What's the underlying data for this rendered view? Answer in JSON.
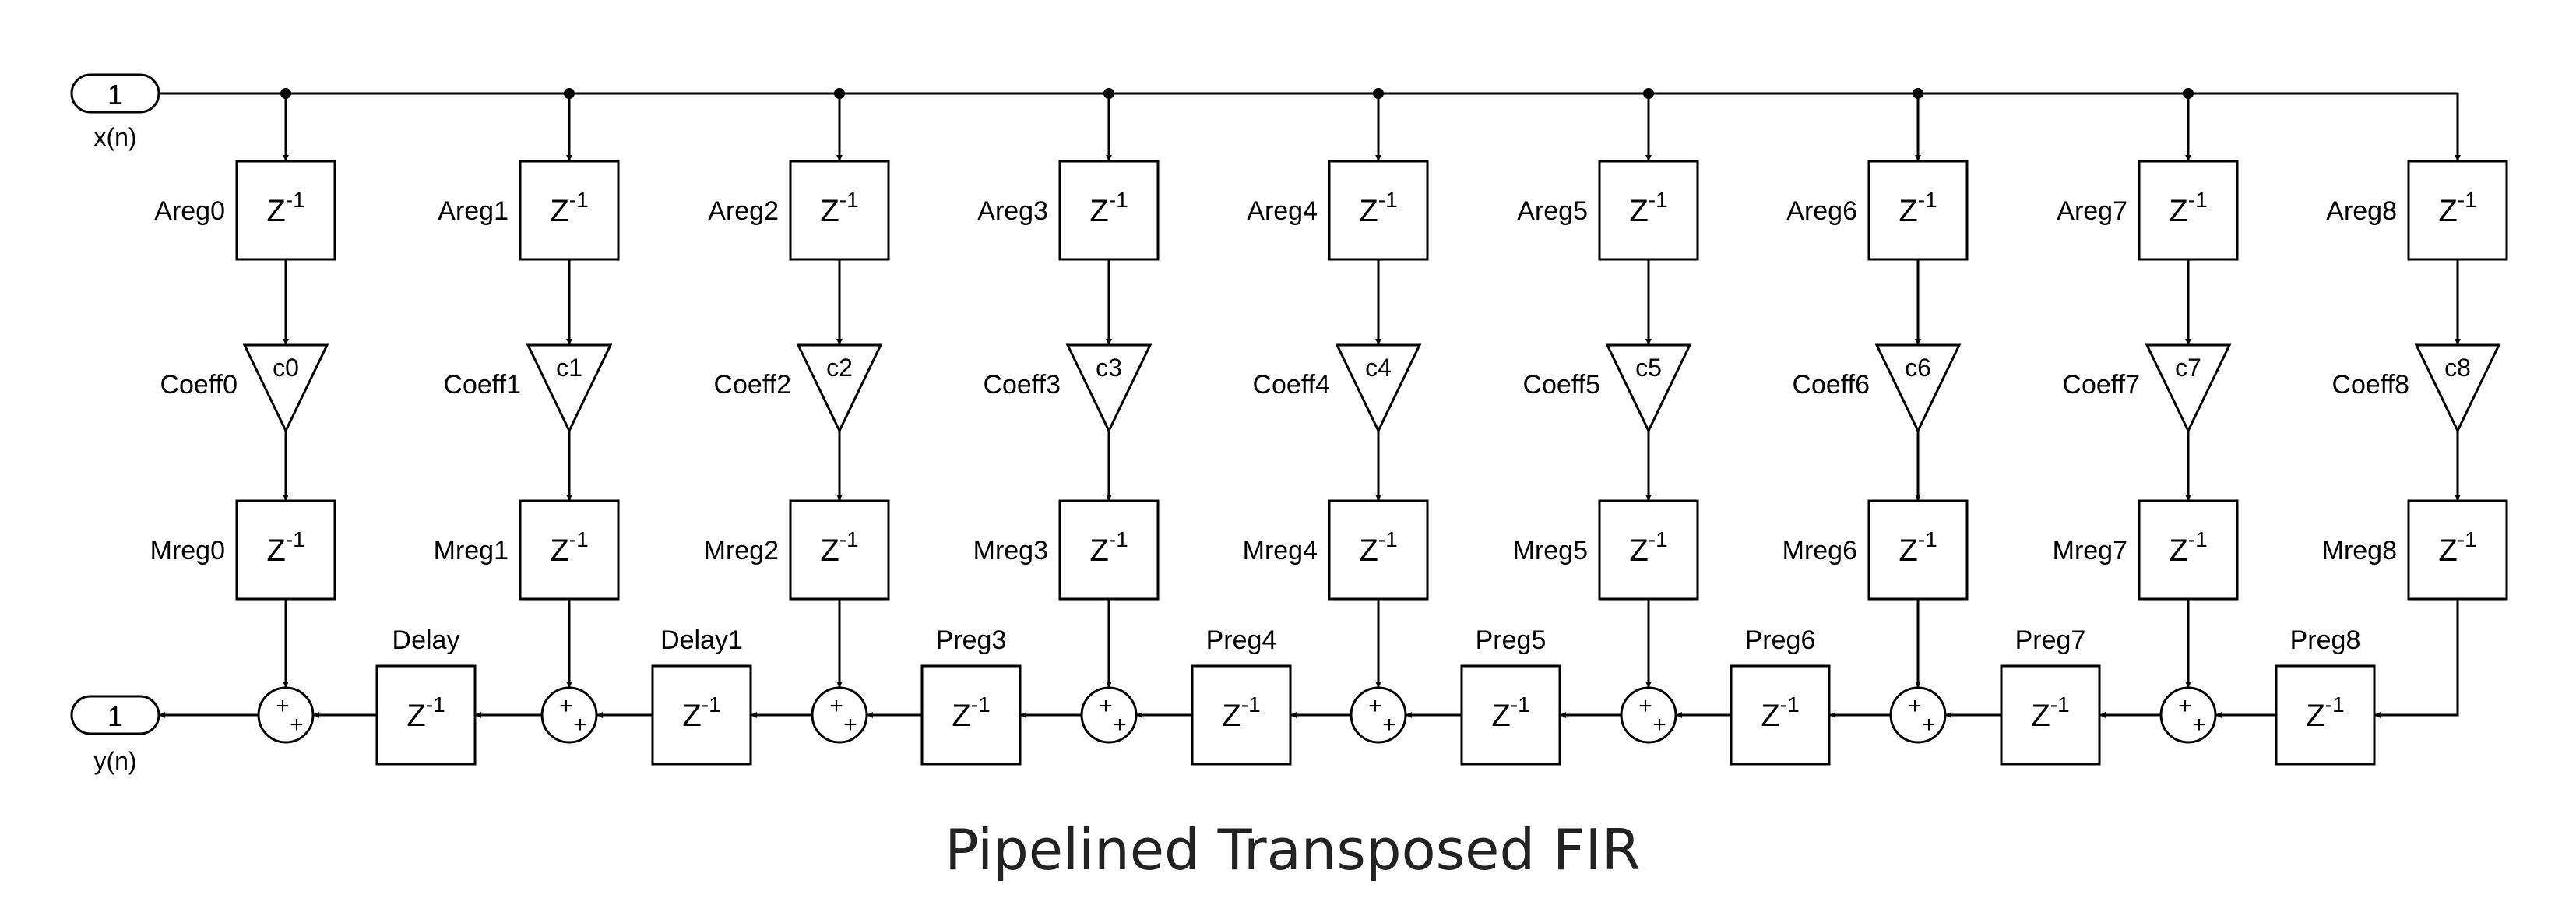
{
  "title": "Pipelined Transposed FIR",
  "input_port": {
    "number": "1",
    "signal": "x(n)"
  },
  "output_port": {
    "number": "1",
    "signal": "y(n)"
  },
  "delay_symbol": {
    "base": "Z",
    "exponent": "-1"
  },
  "sum_sign": "+",
  "taps": [
    {
      "areg": "Areg0",
      "coeff": "Coeff0",
      "gain": "c0",
      "mreg": "Mreg0"
    },
    {
      "areg": "Areg1",
      "coeff": "Coeff1",
      "gain": "c1",
      "mreg": "Mreg1"
    },
    {
      "areg": "Areg2",
      "coeff": "Coeff2",
      "gain": "c2",
      "mreg": "Mreg2"
    },
    {
      "areg": "Areg3",
      "coeff": "Coeff3",
      "gain": "c3",
      "mreg": "Mreg3"
    },
    {
      "areg": "Areg4",
      "coeff": "Coeff4",
      "gain": "c4",
      "mreg": "Mreg4"
    },
    {
      "areg": "Areg5",
      "coeff": "Coeff5",
      "gain": "c5",
      "mreg": "Mreg5"
    },
    {
      "areg": "Areg6",
      "coeff": "Coeff6",
      "gain": "c6",
      "mreg": "Mreg6"
    },
    {
      "areg": "Areg7",
      "coeff": "Coeff7",
      "gain": "c7",
      "mreg": "Mreg7"
    },
    {
      "areg": "Areg8",
      "coeff": "Coeff8",
      "gain": "c8",
      "mreg": "Mreg8"
    }
  ],
  "chain_delays": [
    "Delay",
    "Delay1",
    "Preg3",
    "Preg4",
    "Preg5",
    "Preg6",
    "Preg7",
    "Preg8"
  ]
}
